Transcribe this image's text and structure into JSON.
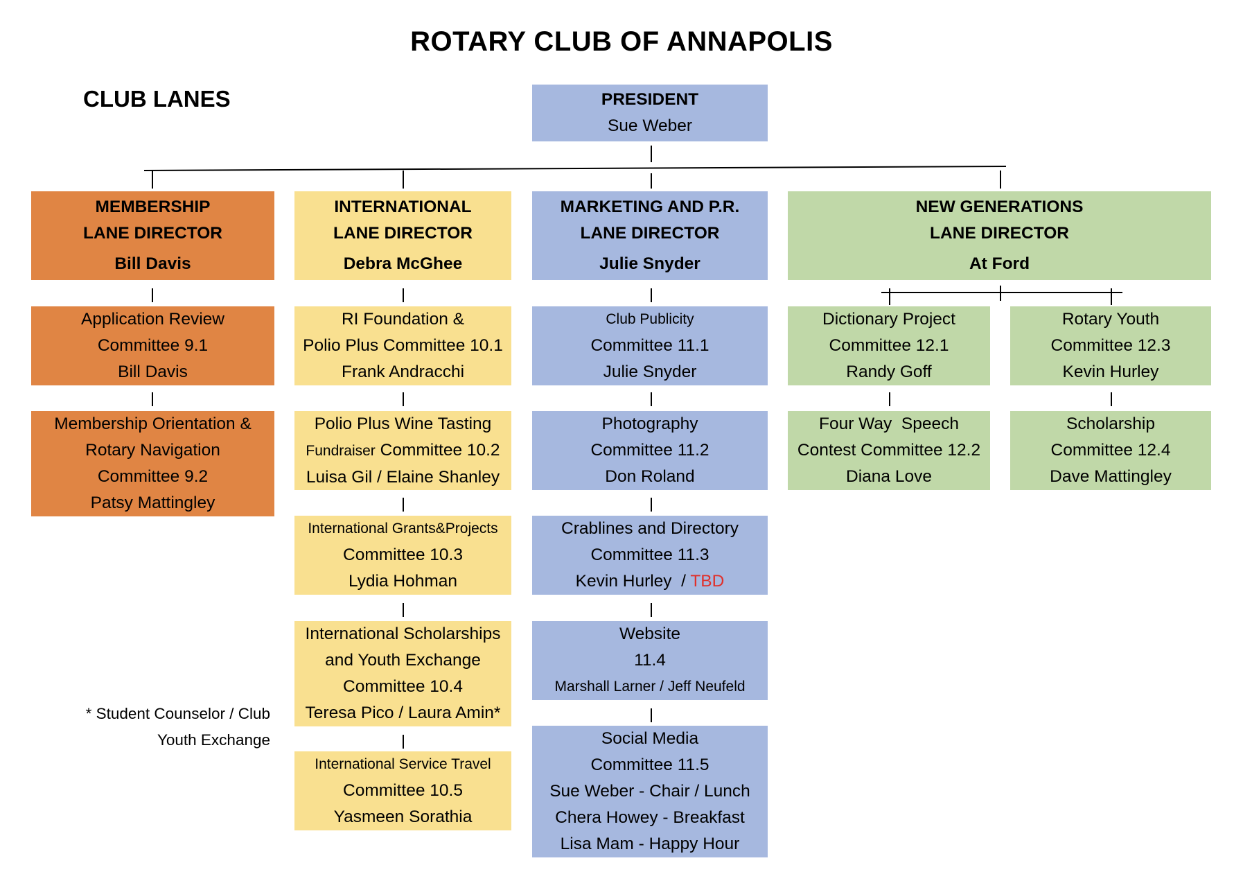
{
  "header": {
    "title": "ROTARY CLUB OF ANNAPOLIS",
    "subtitle": "CLUB LANES"
  },
  "president": {
    "role": "PRESIDENT",
    "name": "Sue Weber"
  },
  "lanes": {
    "membership": {
      "director": {
        "line1": "MEMBERSHIP",
        "line2": "LANE DIRECTOR",
        "name": "Bill Davis"
      },
      "committees": [
        {
          "lines": [
            "Application Review",
            "Committee 9.1",
            "Bill Davis"
          ]
        },
        {
          "lines": [
            "Membership Orientation &",
            "Rotary Navigation",
            "Committee 9.2",
            "Patsy Mattingley"
          ]
        }
      ]
    },
    "international": {
      "director": {
        "line1": "INTERNATIONAL",
        "line2": "LANE DIRECTOR",
        "name": "Debra McGhee"
      },
      "committees": [
        {
          "lines": [
            "RI Foundation &",
            "Polio Plus Committee 10.1",
            "Frank Andracchi"
          ]
        },
        {
          "lines": [
            "Polio Plus Wine Tasting",
            "Committee 10.2",
            "Luisa Gil / Elaine Shanley"
          ],
          "prefix": "Fundraiser"
        },
        {
          "lines": [
            "International Grants&Projects",
            "Committee 10.3",
            "Lydia Hohman"
          ]
        },
        {
          "lines": [
            "International Scholarships",
            "and Youth Exchange",
            "Committee 10.4",
            "Teresa Pico / Laura Amin*"
          ]
        },
        {
          "lines": [
            "International Service Travel",
            "Committee 10.5",
            "Yasmeen Sorathia"
          ]
        }
      ]
    },
    "marketing": {
      "director": {
        "line1": "MARKETING AND P.R.",
        "line2": "LANE DIRECTOR",
        "name": "Julie Snyder"
      },
      "committees": [
        {
          "lines": [
            "Club Publicity",
            "Committee 11.1",
            "Julie Snyder"
          ]
        },
        {
          "lines": [
            "Photography",
            "Committee 11.2",
            "Don Roland"
          ]
        },
        {
          "lines": [
            "Crablines and Directory",
            "Committee 11.3",
            "Kevin Hurley  / "
          ],
          "highlight": "TBD"
        },
        {
          "lines": [
            "Website",
            "11.4",
            "Marshall Larner / Jeff Neufeld"
          ]
        },
        {
          "lines": [
            "Social Media",
            "Committee 11.5",
            "Sue Weber - Chair / Lunch",
            "Chera Howey - Breakfast",
            "Lisa Mam - Happy Hour"
          ]
        }
      ]
    },
    "new_generations": {
      "director": {
        "line1": "NEW GENERATIONS",
        "line2": "LANE DIRECTOR",
        "name": "At Ford"
      },
      "committees": [
        {
          "lines": [
            "Dictionary Project",
            "Committee 12.1",
            "Randy Goff"
          ]
        },
        {
          "lines": [
            "Four Way  Speech",
            "Contest Committee 12.2",
            "Diana Love"
          ]
        },
        {
          "lines": [
            "Rotary Youth",
            "Committee 12.3",
            "Kevin Hurley"
          ]
        },
        {
          "lines": [
            "Scholarship",
            "Committee 12.4",
            "Dave Mattingley"
          ]
        }
      ]
    }
  },
  "footnote": {
    "line1": "* Student Counselor / Club",
    "line2": "Youth Exchange"
  },
  "colors": {
    "membership": "#e08544",
    "international": "#f9e090",
    "marketing": "#a6b8df",
    "new_generations": "#c0d8a8",
    "tbd": "#e0302b"
  }
}
